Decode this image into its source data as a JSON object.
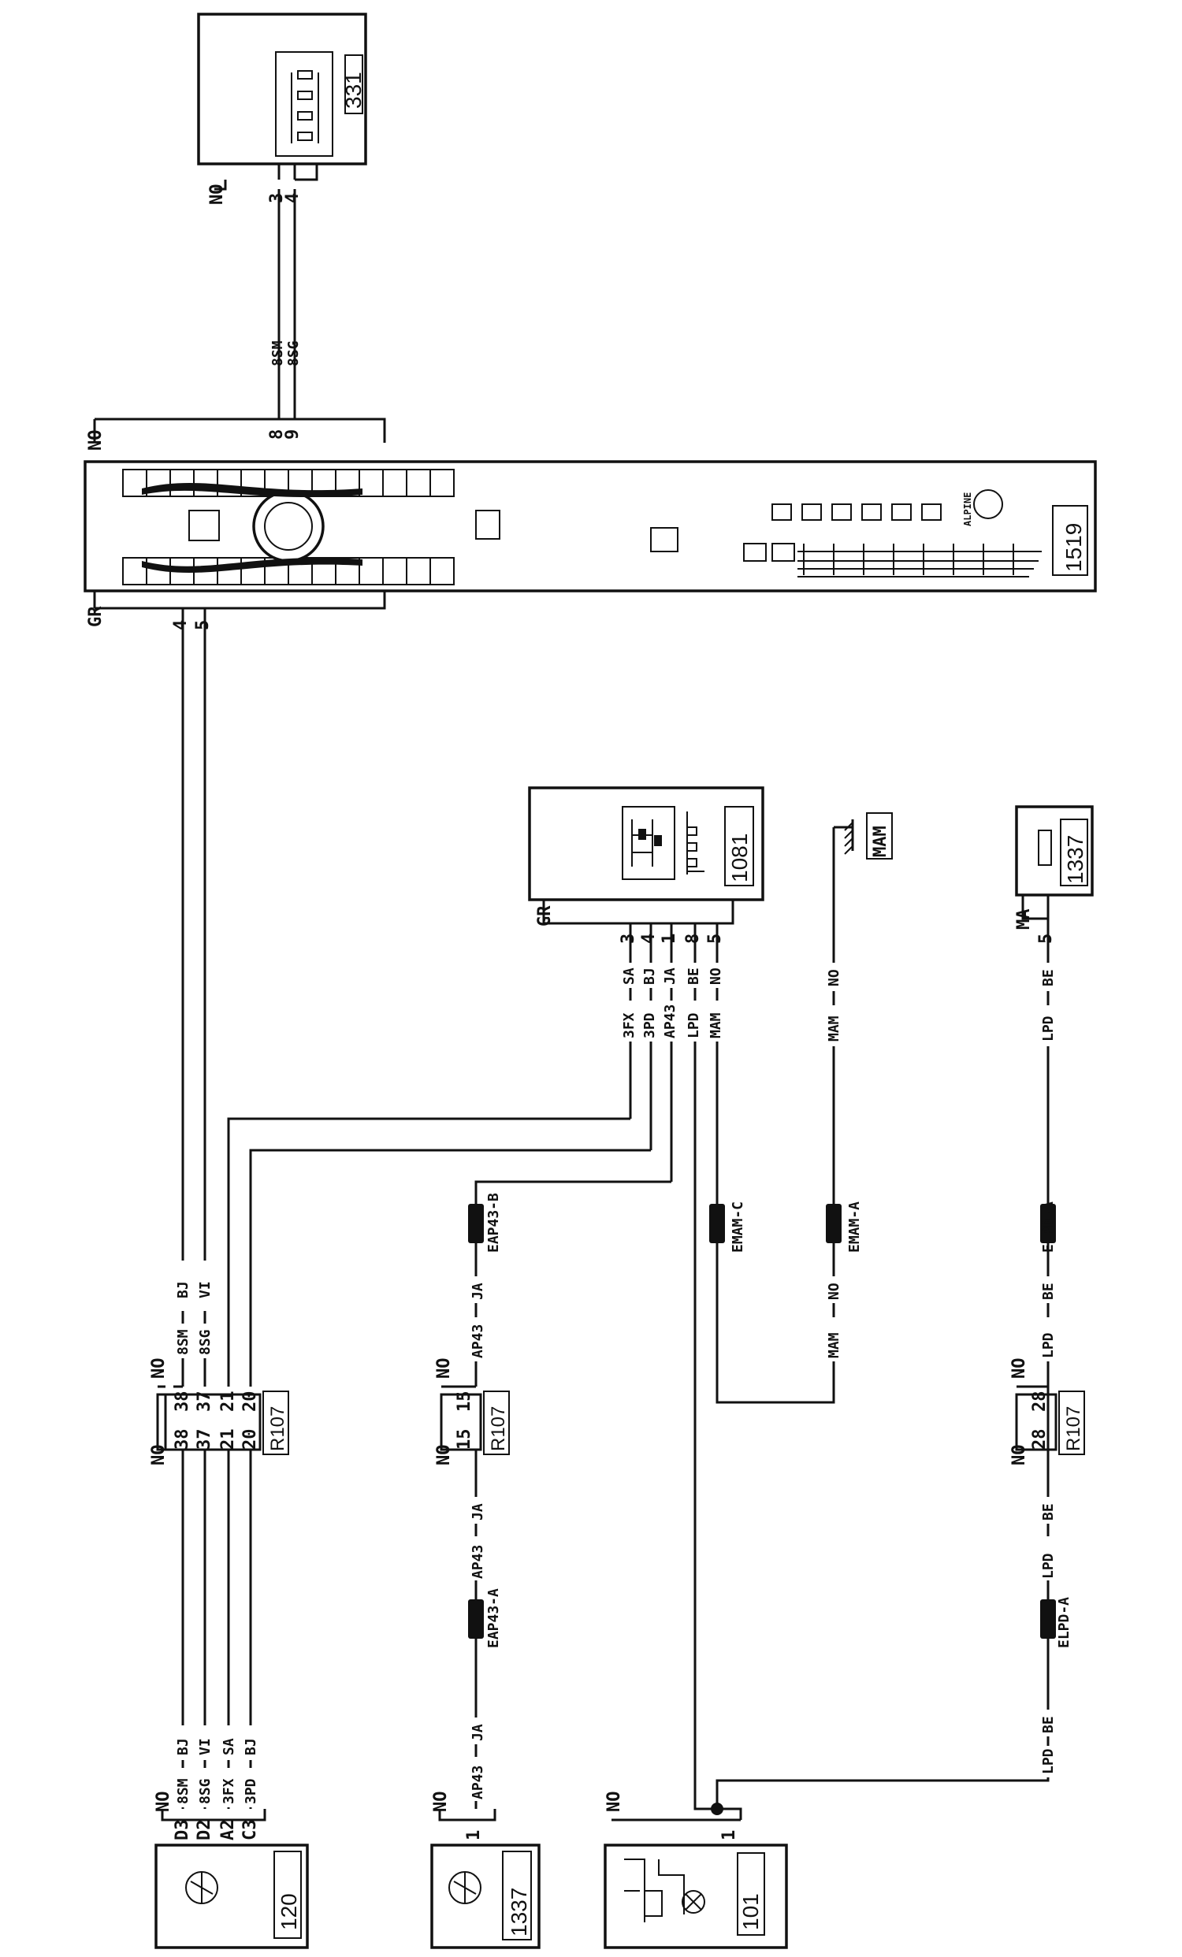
{
  "components": {
    "c331": "331",
    "c1519": "1519",
    "c1081": "1081",
    "c1337_top": "1337",
    "c120": "120",
    "c1337_bottom": "1337",
    "c101": "101",
    "ground_mam": "MAM",
    "r107_a": "R107",
    "r107_b": "R107",
    "r107_c": "R107"
  },
  "connector_colors": {
    "no_331": "NO",
    "no_1519_top": "NO",
    "gr_1519": "GR",
    "gr_1081": "GR",
    "ma_1337": "MA",
    "no_120": "NO",
    "no_1337b": "NO",
    "no_101": "NO"
  },
  "pins": {
    "p331_3": "3",
    "p331_4": "4",
    "p1519_8": "8",
    "p1519_9": "9",
    "p1519_4": "4",
    "p1519_5": "5",
    "p1081_3": "3",
    "p1081_4": "4",
    "p1081_1": "1",
    "p1081_8": "8",
    "p1081_5": "5",
    "p1337_5": "5",
    "p120_d3": "D3",
    "p120_d2": "D2",
    "p120_a2": "A2",
    "p120_c3": "C3",
    "p1337b_1": "1",
    "p101_1": "1"
  },
  "wires": {
    "w_8sm": "8SM",
    "w_8sg": "8SG",
    "w_3fx": "3FX",
    "w_3pd": "3PD",
    "w_ap43": "AP43",
    "w_lpd": "LPD",
    "w_mam": "MAM",
    "c_sa": "SA",
    "c_bj": "BJ",
    "c_ja": "JA",
    "c_be": "BE",
    "c_no": "NO",
    "c_vi": "VI",
    "w_mam2": "MAM",
    "c_no2": "NO",
    "w_lpd2": "LPD",
    "c_be2": "BE"
  },
  "r107_a_pins": {
    "left_color": "NO",
    "right_color": "NO",
    "l38": "38",
    "l37": "37",
    "l21": "21",
    "l20": "20",
    "r38": "38",
    "r37": "37",
    "r21": "21",
    "r20": "20",
    "r_w1": "8SM",
    "r_c1": "BJ",
    "r_w2": "8SG",
    "r_c2": "VI"
  },
  "r107_b_pins": {
    "left_color": "NO",
    "right_color": "NO",
    "l15": "15",
    "r15": "15"
  },
  "r107_c_pins": {
    "left_color": "NO",
    "right_color": "NO",
    "l28": "28",
    "r28": "28"
  },
  "splices": {
    "eap43_b": "EAP43-B",
    "eap43_a": "EAP43-A",
    "emam_c": "EMAM-C",
    "emam_a": "EMAM-A",
    "elpd_a_top": "ELPD-A",
    "elpd_a_bottom": "ELPD-A"
  },
  "segment_labels": {
    "ap43_ja_1": "AP43",
    "ja_1": "JA",
    "ap43_ja_2": "AP43",
    "ja_2": "JA",
    "ap43_ja_3": "AP43",
    "ja_3": "JA",
    "lpd_be_1": "LPD",
    "be_1": "BE",
    "lpd_be_2": "LPD",
    "be_2": "BE",
    "lpd_be_3": "LPD",
    "be_3": "BE",
    "mam_no_1": "MAM",
    "no_1": "NO",
    "bottom_8sm": "8SM",
    "bottom_bj": "BJ",
    "bottom_8sg": "8SG",
    "bottom_vi": "VI",
    "bottom_3fx": "3FX",
    "bottom_sa": "SA",
    "bottom_3pd": "3PD",
    "bottom_bj2": "BJ"
  },
  "panel_label": "ALPINE"
}
